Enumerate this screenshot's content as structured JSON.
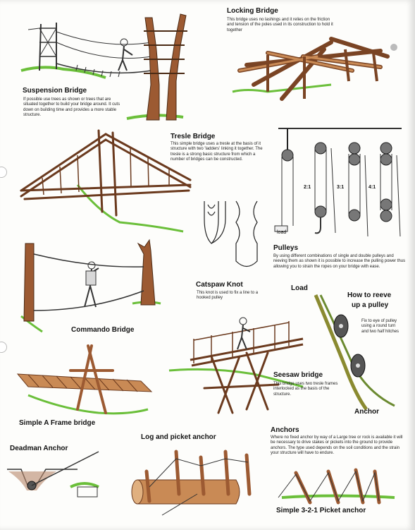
{
  "locking_bridge": {
    "title": "Locking Bridge",
    "description": "This bridge uses no lashings and it relies on the friction and tension of the poles used in its construction to hold it together"
  },
  "suspension_bridge": {
    "title": "Suspension Bridge",
    "description": "If possible use trees as shown or trees that are situated together to build your bridge around. It cuts down on building time and provides a more stable structure."
  },
  "tresle_bridge": {
    "title": "Tresle Bridge",
    "description": "This simple bridge uses a tresle at the basis of it structure with two 'ladders' linking it together. The tresle is a strong basic structure from which a number of bridges can be constructed."
  },
  "pulleys": {
    "title": "Pulleys",
    "description": "By using different combinations of single and double pulleys and reeving them as shown it is possible to increase the pulling power thus allowing you to strain the ropes on your bridge with ease.",
    "ratio_labels": [
      "2:1",
      "3:1",
      "4:1"
    ],
    "load_label": "load"
  },
  "catspaw_knot": {
    "title": "Catspaw Knot",
    "description": "This knot is used to fix a line to a hooked pulley"
  },
  "reeve_pulley": {
    "load_label": "Load",
    "title_line1": "How to reeve",
    "title_line2": "up a pulley",
    "annotation": "Fix to eye of pulley using a round turn and two half hitches",
    "anchor_label": "Anchor"
  },
  "commando_bridge": {
    "title": "Commando Bridge"
  },
  "seesaw_bridge": {
    "title": "Seesaw bridge",
    "description": "This bridge uses two tresle frames interlocked as the basis of the structure."
  },
  "a_frame_bridge": {
    "title": "Simple A Frame bridge"
  },
  "log_picket_anchor": {
    "title": "Log and picket anchor"
  },
  "deadman_anchor": {
    "title": "Deadman Anchor"
  },
  "anchors": {
    "title": "Anchors",
    "description": "Where no fixed anchor by way of a Large tree or rock is available it will be necessary to drive stakes or pickets into the ground to provide anchors. The type used depends on the soil conditions and the strain your structure will have to endure."
  },
  "picket_anchor": {
    "title": "Simple 3-2-1 Picket anchor"
  },
  "colors": {
    "wood": "#9c5a32",
    "wood_light": "#c98a55",
    "grass": "#6bbf3a",
    "rope": "#555555"
  }
}
